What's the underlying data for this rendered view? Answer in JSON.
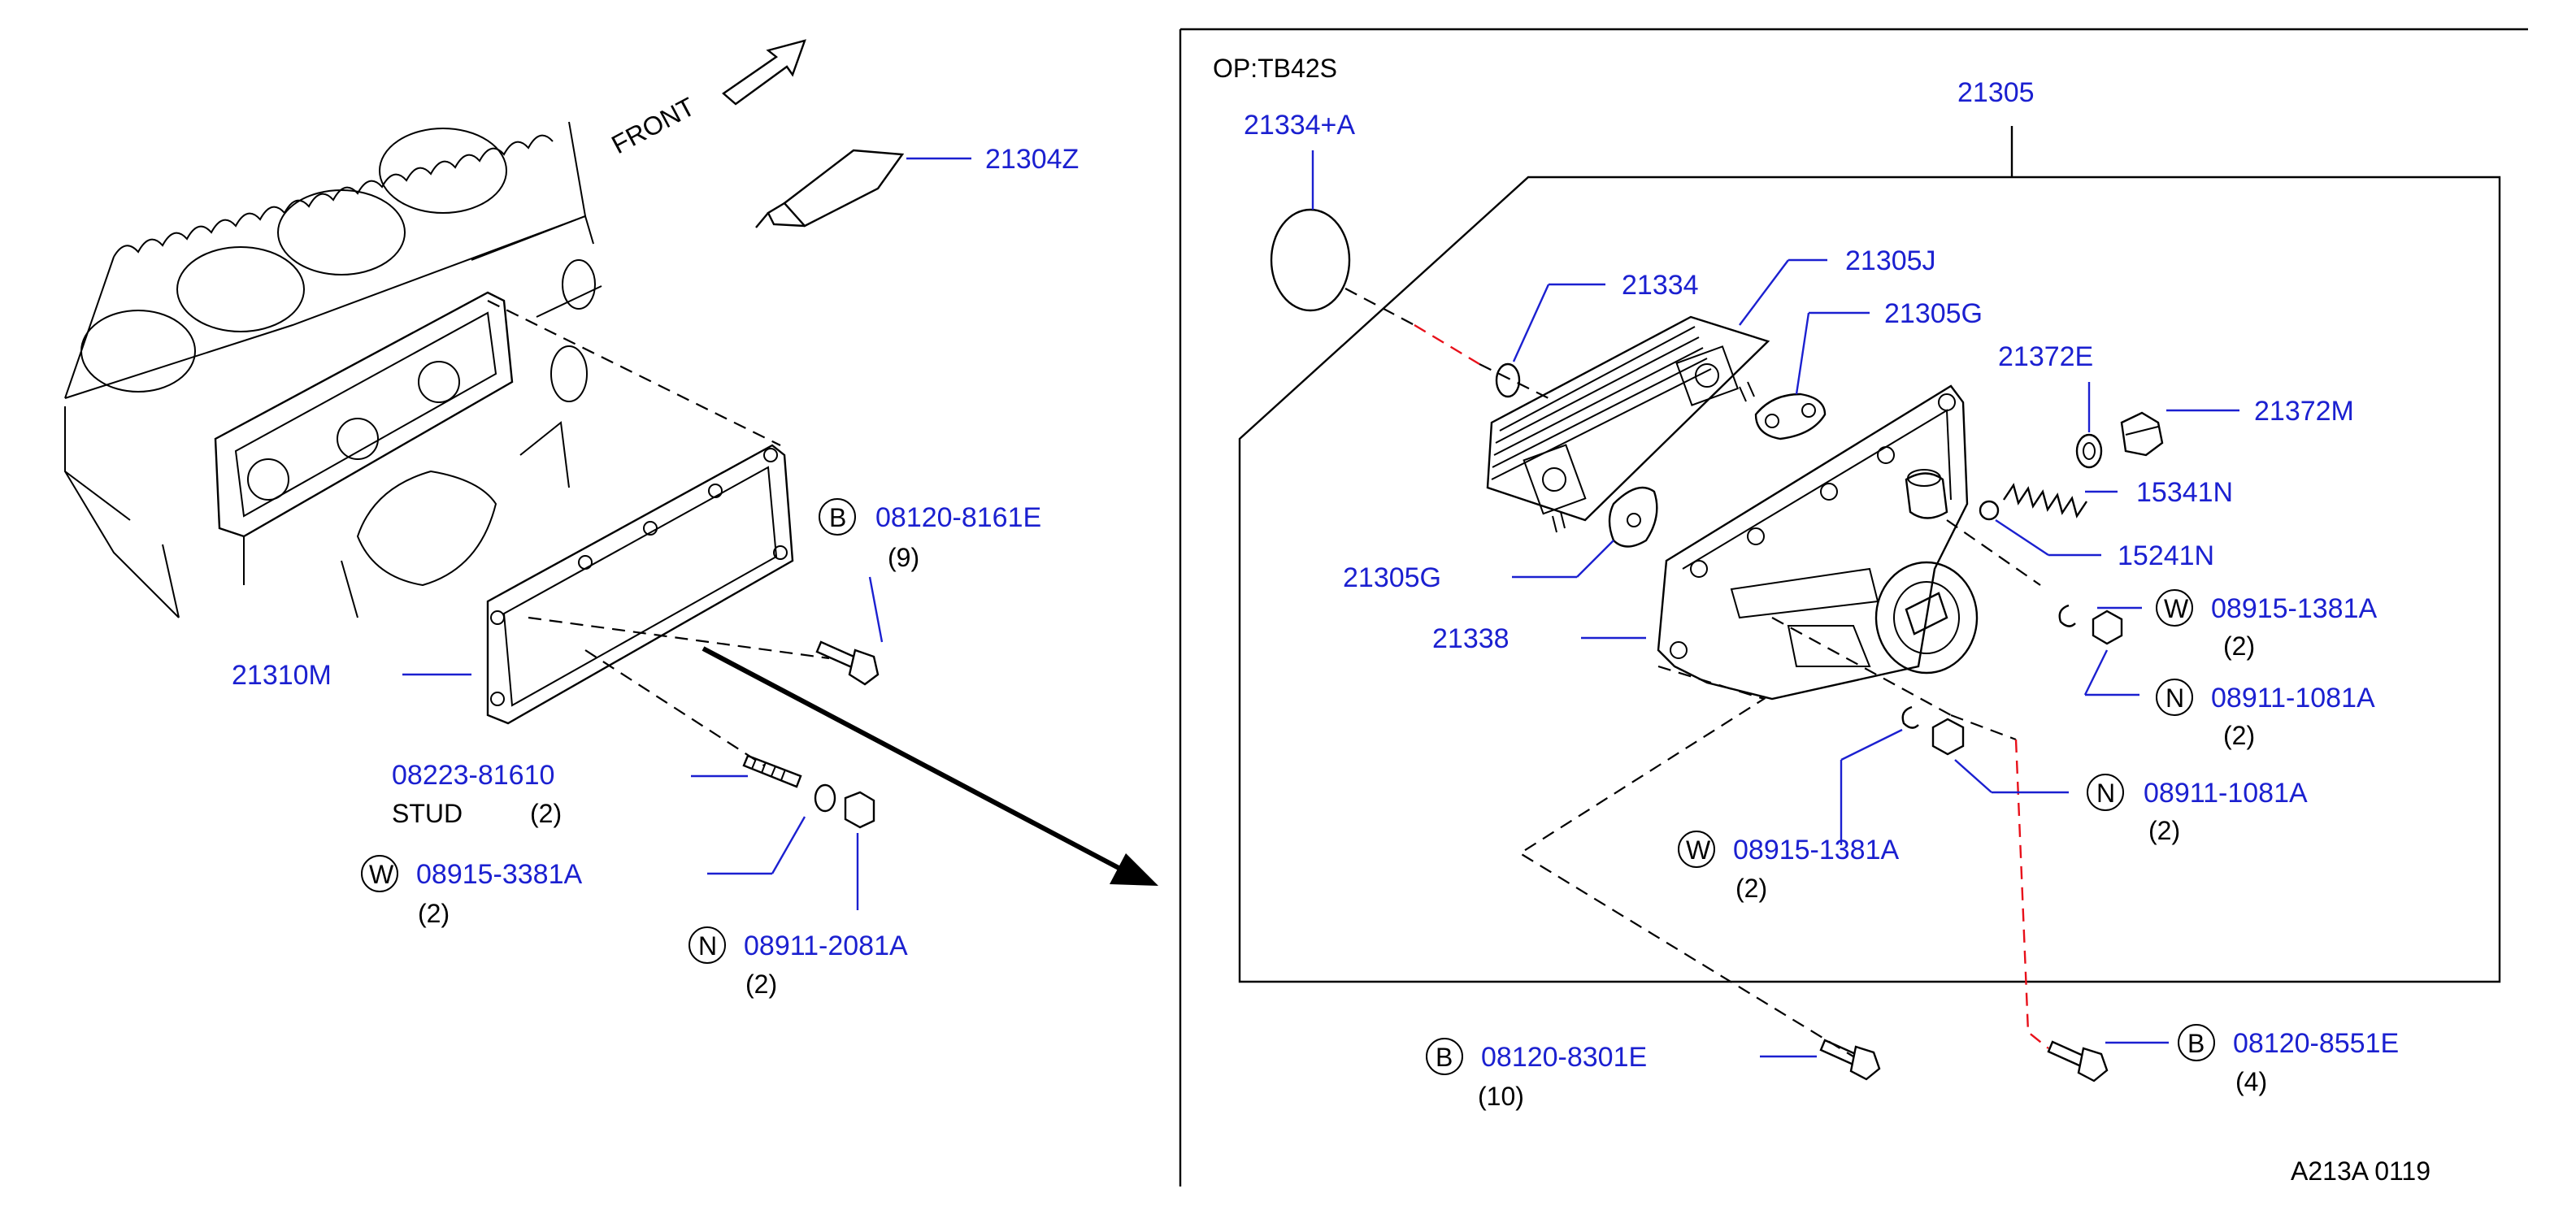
{
  "diagram": {
    "front_label": "FRONT",
    "option_label": "OP:TB42S",
    "ref_code": "A213A 0119",
    "parts": {
      "p21304Z": "21304Z",
      "p21334A": "21334+A",
      "p21305": "21305",
      "p21334": "21334",
      "p21305J": "21305J",
      "p21305G_top": "21305G",
      "p21372E": "21372E",
      "p21372M": "21372M",
      "p15341N": "15341N",
      "p15241N": "15241N",
      "p21305G_left": "21305G",
      "p21338": "21338",
      "p21310M": "21310M",
      "p08223": "08223-81610",
      "stud_label": "STUD",
      "stud_qty": "(2)",
      "b_8161E": {
        "letter": "B",
        "part": "08120-8161E",
        "qty": "(9)"
      },
      "w_3381A": {
        "letter": "W",
        "part": "08915-3381A",
        "qty": "(2)"
      },
      "n_2081A": {
        "letter": "N",
        "part": "08911-2081A",
        "qty": "(2)"
      },
      "w_1381A_r": {
        "letter": "W",
        "part": "08915-1381A",
        "qty": "(2)"
      },
      "n_1081A_r": {
        "letter": "N",
        "part": "08911-1081A",
        "qty": "(2)"
      },
      "n_1081A_m": {
        "letter": "N",
        "part": "08911-1081A",
        "qty": "(2)"
      },
      "w_1381A_m": {
        "letter": "W",
        "part": "08915-1381A",
        "qty": "(2)"
      },
      "b_8301E": {
        "letter": "B",
        "part": "08120-8301E",
        "qty": "(10)"
      },
      "b_8551E": {
        "letter": "B",
        "part": "08120-8551E",
        "qty": "(4)"
      }
    }
  }
}
